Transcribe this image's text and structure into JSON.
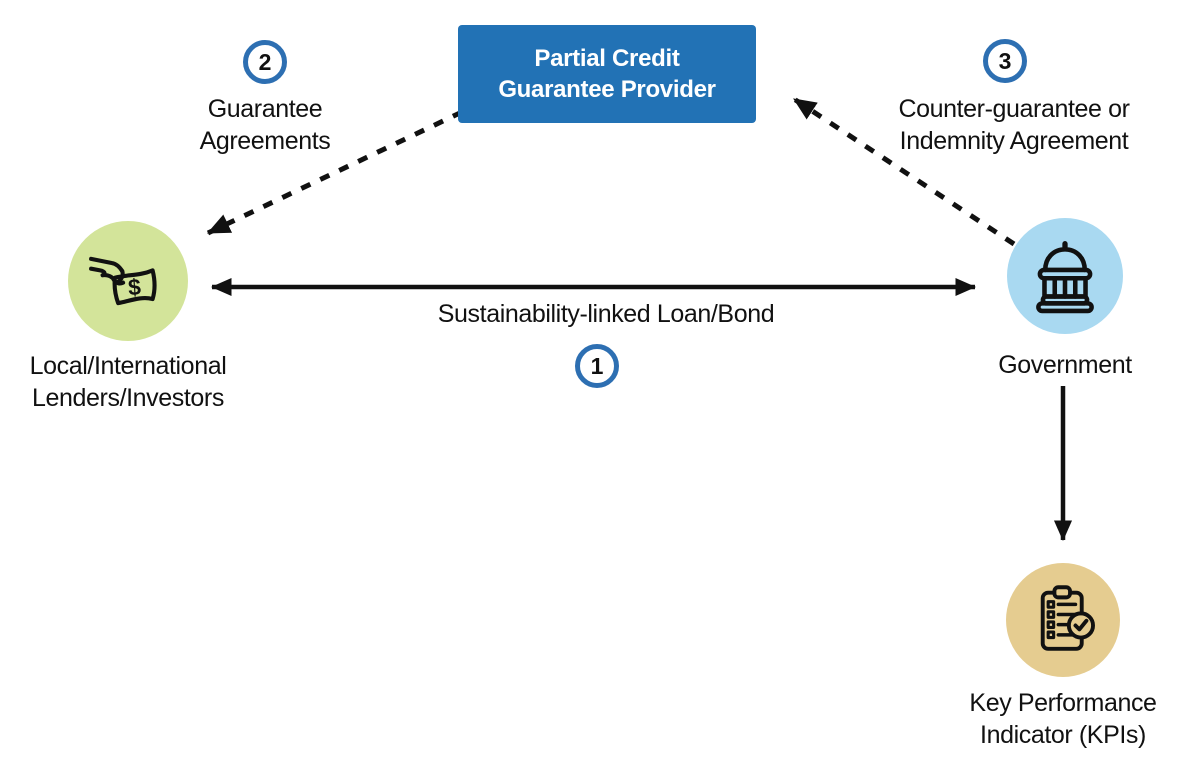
{
  "provider_box": {
    "label": "Partial Credit\nGuarantee Provider"
  },
  "flows": {
    "loan": {
      "number": "1",
      "label": "Sustainability-linked Loan/Bond"
    },
    "guarantee": {
      "number": "2",
      "label": "Guarantee\nAgreements"
    },
    "counter_guarantee": {
      "number": "3",
      "label": "Counter-guarantee or\nIndemnity Agreement"
    }
  },
  "entities": {
    "lenders": {
      "label": "Local/International\nLenders/Investors",
      "icon": "hand-giving-money-icon",
      "color": "#d3e49a"
    },
    "government": {
      "label": "Government",
      "icon": "government-building-icon",
      "color": "#a9d9f1"
    },
    "kpi": {
      "label": "Key Performance\nIndicator (KPIs)",
      "icon": "clipboard-checklist-icon",
      "color": "#e5cc90"
    }
  },
  "icon_glyphs": {
    "dollar": "$"
  },
  "colors": {
    "provider_box_bg": "#2272b5",
    "provider_box_text": "#ffffff",
    "badge_ring": "#2d6fb2",
    "arrow": "#111111"
  }
}
